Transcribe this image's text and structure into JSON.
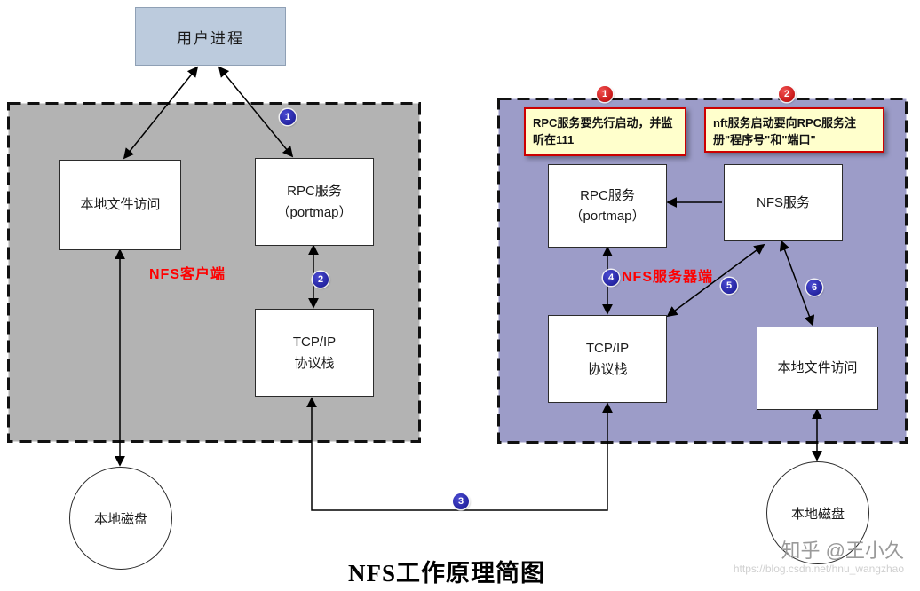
{
  "title": "NFS工作原理简图",
  "user_process_label": "用户进程",
  "client": {
    "region_label": "NFS客户端",
    "local_file_access": "本地文件访问",
    "rpc_line1": "RPC服务",
    "rpc_line2": "（portmap）",
    "tcp_line1": "TCP/IP",
    "tcp_line2": "协议栈",
    "disk_label": "本地磁盘"
  },
  "server": {
    "region_label": "NFS服务器端",
    "rpc_line1": "RPC服务",
    "rpc_line2": "（portmap）",
    "nfs_service": "NFS服务",
    "tcp_line1": "TCP/IP",
    "tcp_line2": "协议栈",
    "local_file_access": "本地文件访问",
    "disk_label": "本地磁盘"
  },
  "notes": {
    "note1_badge": "1",
    "note1_text": "RPC服务要先行启动，并监听在111",
    "note2_badge": "2",
    "note2_text": "nft服务启动要向RPC服务注册\"程序号\"和\"端口\""
  },
  "steps": {
    "s1": "1",
    "s2": "2",
    "s3": "3",
    "s4": "4",
    "s5": "5",
    "s6": "6"
  },
  "watermark": {
    "line1": "知乎 @王小久",
    "line2": "https://blog.csdn.net/hnu_wangzhao"
  },
  "colors": {
    "client_region_bg": "#b3b3b3",
    "server_region_bg": "#9c9cc8",
    "user_process_bg": "#bccbdd",
    "note_bg": "#ffffcc",
    "note_border": "#cc0000",
    "badge_blue": "#15158f",
    "badge_red": "#b80000",
    "region_label_color": "#ff0000"
  }
}
